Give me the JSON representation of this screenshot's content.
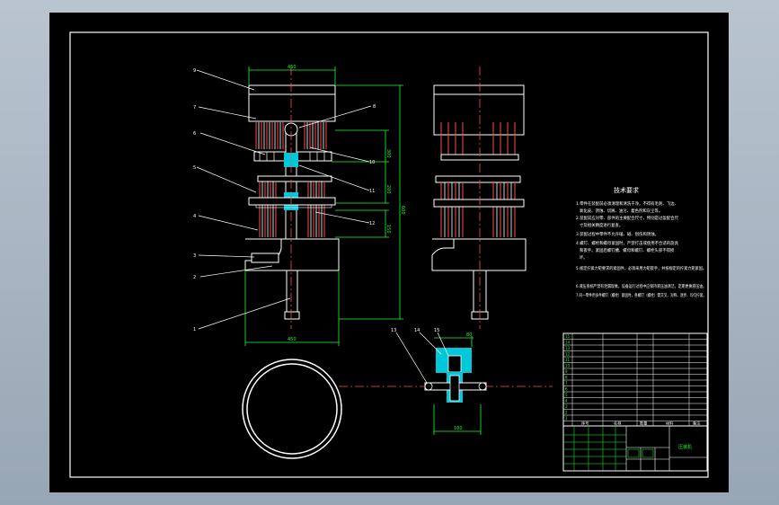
{
  "notes": {
    "title": "技术要求",
    "lines": [
      "1.零件在装配前必须清理和清洗干净，不得有毛刺、飞边、",
      "氧化皮、锈蚀、切屑、油污、着色剂和灰尘等。",
      "2.装配前应对零、部件的主要配合尺寸，特别是过盈配合尺",
      "寸及相关精度进行复查。",
      "3.装配过程中零件不允许磕、碰、划伤和锈蚀。",
      "4.螺钉、螺栓和螺母紧固时，严禁打击或使用不合适的旋具",
      "和扳手。紧固后螺钉槽、螺母和螺钉、螺栓头部不得损",
      "坏。",
      "5.规定拧紧力矩要求的紧固件，必须采用力矩扳手，并按规定的拧紧力矩紧固。",
      "6.液压系统严禁有泄漏现象，设备运行过程中应保持液压油清洁，定期更换液压油。",
      "7.同一零件用多件螺钉（螺栓）紧固时，各螺钉（螺栓）需交叉、对称、逐步、均匀拧紧。"
    ]
  },
  "callouts": [
    "9",
    "7",
    "8",
    "6",
    "5",
    "4",
    "3",
    "2",
    "1",
    "10",
    "11",
    "12",
    "13",
    "14",
    "15"
  ],
  "dims": [
    "450",
    "600",
    "300",
    "200",
    "150",
    "100",
    "80"
  ],
  "bom": {
    "header": [
      "序号",
      "名称",
      "数量",
      "材料",
      "备注"
    ],
    "row_nums": [
      "15",
      "14",
      "13",
      "12",
      "11",
      "10",
      "9",
      "8",
      "7",
      "6",
      "5",
      "4",
      "3",
      "2",
      "1"
    ]
  },
  "title_block": {
    "drawing_name": "压装机"
  }
}
